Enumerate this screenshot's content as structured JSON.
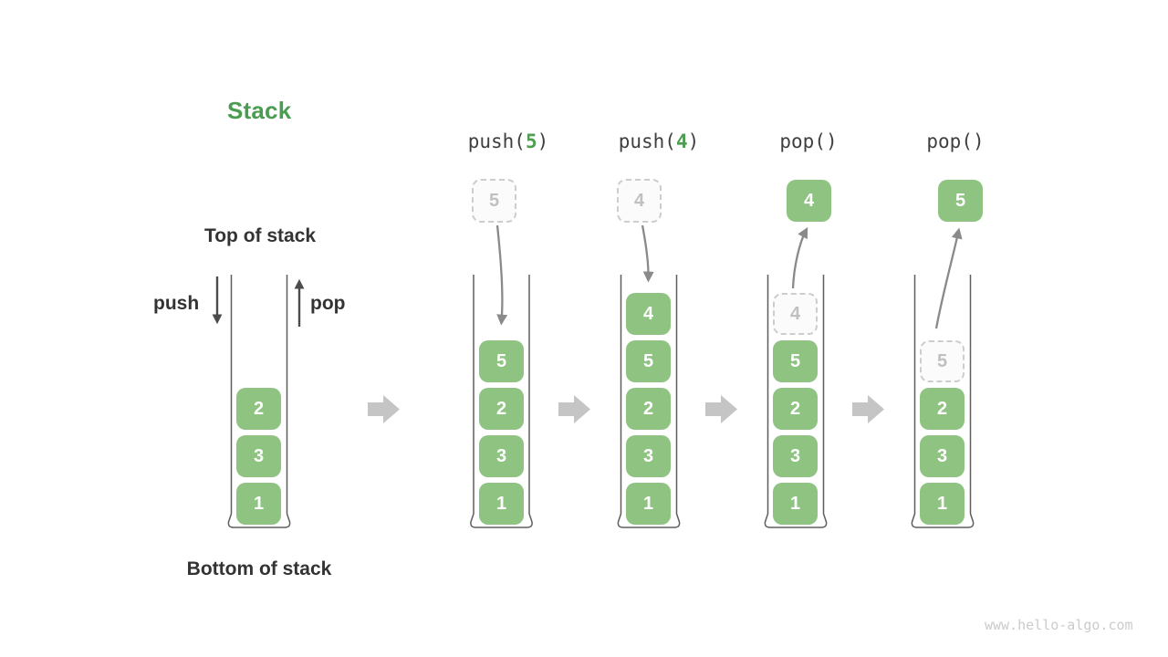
{
  "title": "Stack",
  "labels": {
    "top_of_stack": "Top of stack",
    "bottom_of_stack": "Bottom of stack",
    "push": "push",
    "pop": "pop"
  },
  "watermark": "www.hello-algo.com",
  "colors": {
    "box_green": "#8FC382",
    "accent_green": "#4C9E50",
    "title_green": "#4A9D50",
    "dark_text": "#333333",
    "op_text": "#3F3F3F",
    "curved_arrow": "#8A8A8A",
    "straight_arrow": "#4C4C4C",
    "block_arrow": "#C5C5C5",
    "container_wall": "#5E5E5E",
    "ghost_border": "#CDCDCD",
    "ghost_text": "#C0C0C0",
    "watermark_gray": "#CBCBCB"
  },
  "operations": [
    {
      "prefix": "push(",
      "value": "5",
      "suffix": ")"
    },
    {
      "prefix": "push(",
      "value": "4",
      "suffix": ")"
    },
    {
      "prefix": "pop()",
      "value": "",
      "suffix": ""
    },
    {
      "prefix": "pop()",
      "value": "",
      "suffix": ""
    }
  ],
  "floating": {
    "pushed_5": "5",
    "pushed_4": "4",
    "popped_4": "4",
    "popped_5": "5"
  },
  "stacks": [
    {
      "items": [
        "2",
        "3",
        "1"
      ]
    },
    {
      "items": [
        "5",
        "2",
        "3",
        "1"
      ]
    },
    {
      "items": [
        "4",
        "5",
        "2",
        "3",
        "1"
      ]
    },
    {
      "ghost": "4",
      "items": [
        "5",
        "2",
        "3",
        "1"
      ]
    },
    {
      "ghost": "5",
      "items": [
        "2",
        "3",
        "1"
      ]
    }
  ]
}
